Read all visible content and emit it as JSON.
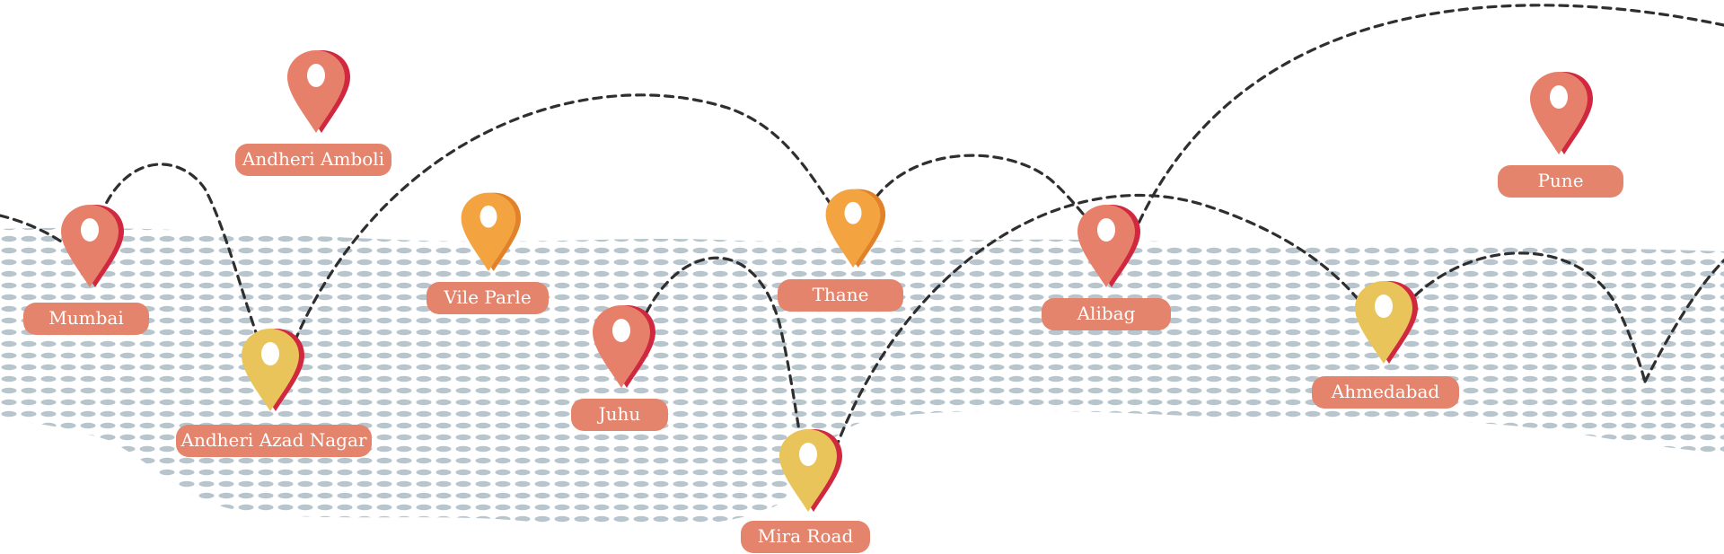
{
  "locations": [
    {
      "id": "mumbai",
      "name": "Mumbai",
      "pin_color": "coral"
    },
    {
      "id": "andheri-amboli",
      "name": "Andheri Amboli",
      "pin_color": "coral"
    },
    {
      "id": "andheri-azad-nagar",
      "name": "Andheri Azad Nagar",
      "pin_color": "yellow"
    },
    {
      "id": "vile-parle",
      "name": "Vile Parle",
      "pin_color": "orange"
    },
    {
      "id": "juhu",
      "name": "Juhu",
      "pin_color": "coral"
    },
    {
      "id": "mira-road",
      "name": "Mira Road",
      "pin_color": "yellow"
    },
    {
      "id": "thane",
      "name": "Thane",
      "pin_color": "orange"
    },
    {
      "id": "alibag",
      "name": "Alibag",
      "pin_color": "coral"
    },
    {
      "id": "ahmedabad",
      "name": "Ahmedabad",
      "pin_color": "yellow"
    },
    {
      "id": "pune",
      "name": "Pune",
      "pin_color": "coral"
    }
  ],
  "colors": {
    "label_bg": "#e5846c",
    "label_text": "#ffffff",
    "route_line": "#2f2f2f",
    "map_dots": "#b8c5cd",
    "pin_coral": "#e7806a",
    "pin_coral_shade": "#d0283f",
    "pin_orange": "#f4a341",
    "pin_orange_shade": "#e1822a",
    "pin_yellow": "#e9c45b",
    "pin_yellow_shade": "#d0283f"
  }
}
